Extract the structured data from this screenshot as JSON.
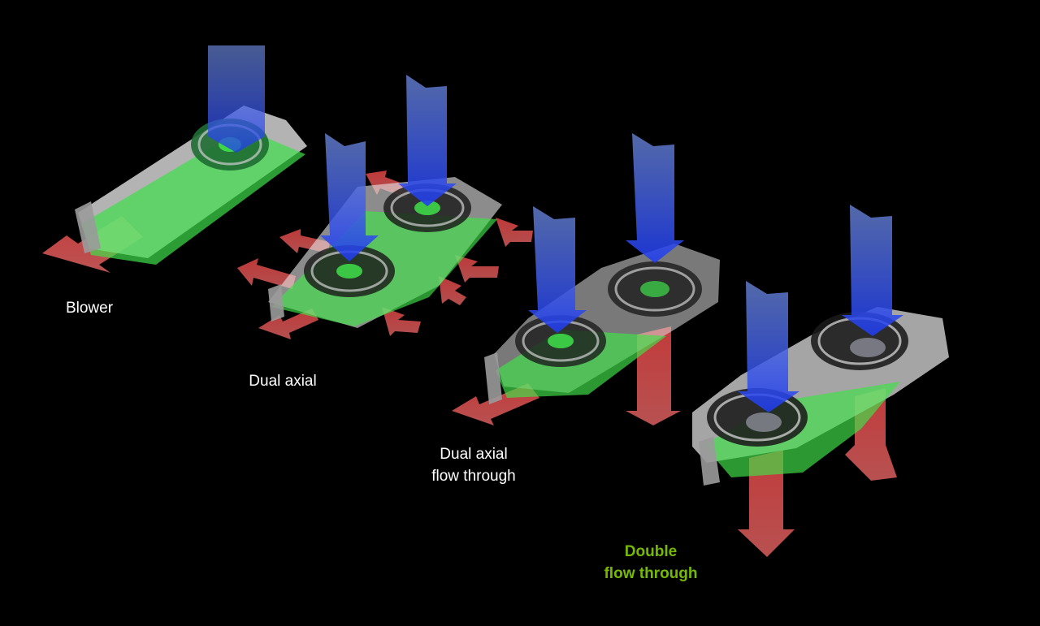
{
  "colors": {
    "background": "#000000",
    "label_text": "#ffffff",
    "highlight_text": "#76b900",
    "air_intake": "#2b57e8",
    "air_exhaust": "#f05050",
    "pcb": "#3fe04a",
    "shroud": "#e8e8e8"
  },
  "designs": [
    {
      "id": "blower",
      "lines": [
        "Blower"
      ],
      "highlight": false,
      "icons": [
        "fan-icon",
        "intake-arrow-icon",
        "exhaust-arrow-icon"
      ]
    },
    {
      "id": "dual-axial",
      "lines": [
        "Dual axial"
      ],
      "highlight": false,
      "icons": [
        "fan-icon",
        "intake-arrow-icon",
        "exhaust-arrow-icon"
      ]
    },
    {
      "id": "dual-axial-flow-through",
      "lines": [
        "Dual axial",
        "flow through"
      ],
      "highlight": false,
      "icons": [
        "fan-icon",
        "intake-arrow-icon",
        "exhaust-arrow-icon"
      ]
    },
    {
      "id": "double-flow-through",
      "lines": [
        "Double",
        "flow through"
      ],
      "highlight": true,
      "icons": [
        "fan-icon",
        "intake-arrow-icon",
        "exhaust-arrow-icon"
      ]
    }
  ]
}
